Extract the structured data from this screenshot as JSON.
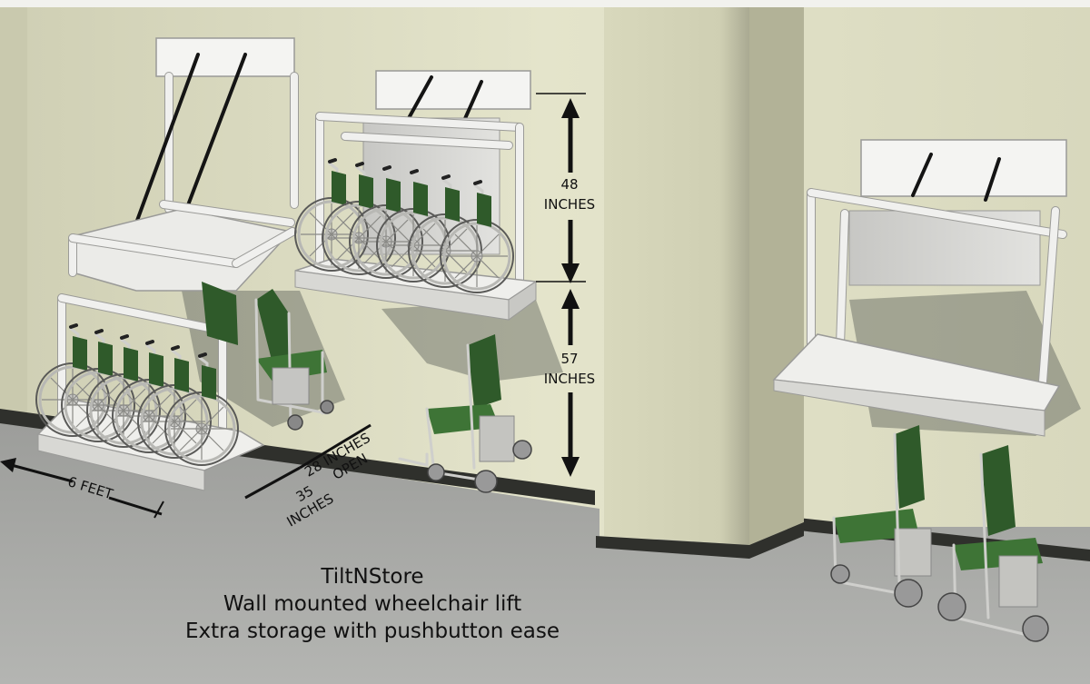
{
  "caption": {
    "line1": "TiltNStore",
    "line2": "Wall mounted wheelchair lift",
    "line3": "Extra storage with pushbutton ease"
  },
  "dimensions": {
    "height_upper_value": "48",
    "height_upper_unit": "INCHES",
    "height_lower_value": "57",
    "height_lower_unit": "INCHES",
    "width_label": "6 FEET",
    "depth_label_value": "35",
    "depth_label_unit": "INCHES",
    "open_label_line1": "28 INCHES",
    "open_label_line2": "OPEN"
  },
  "colors": {
    "wall": "#e3e3c9",
    "floor": "#a9aaa7",
    "column": "#d9d9bd",
    "baseboard": "#2e2f2c",
    "seat_green": "#2f5a2a"
  }
}
